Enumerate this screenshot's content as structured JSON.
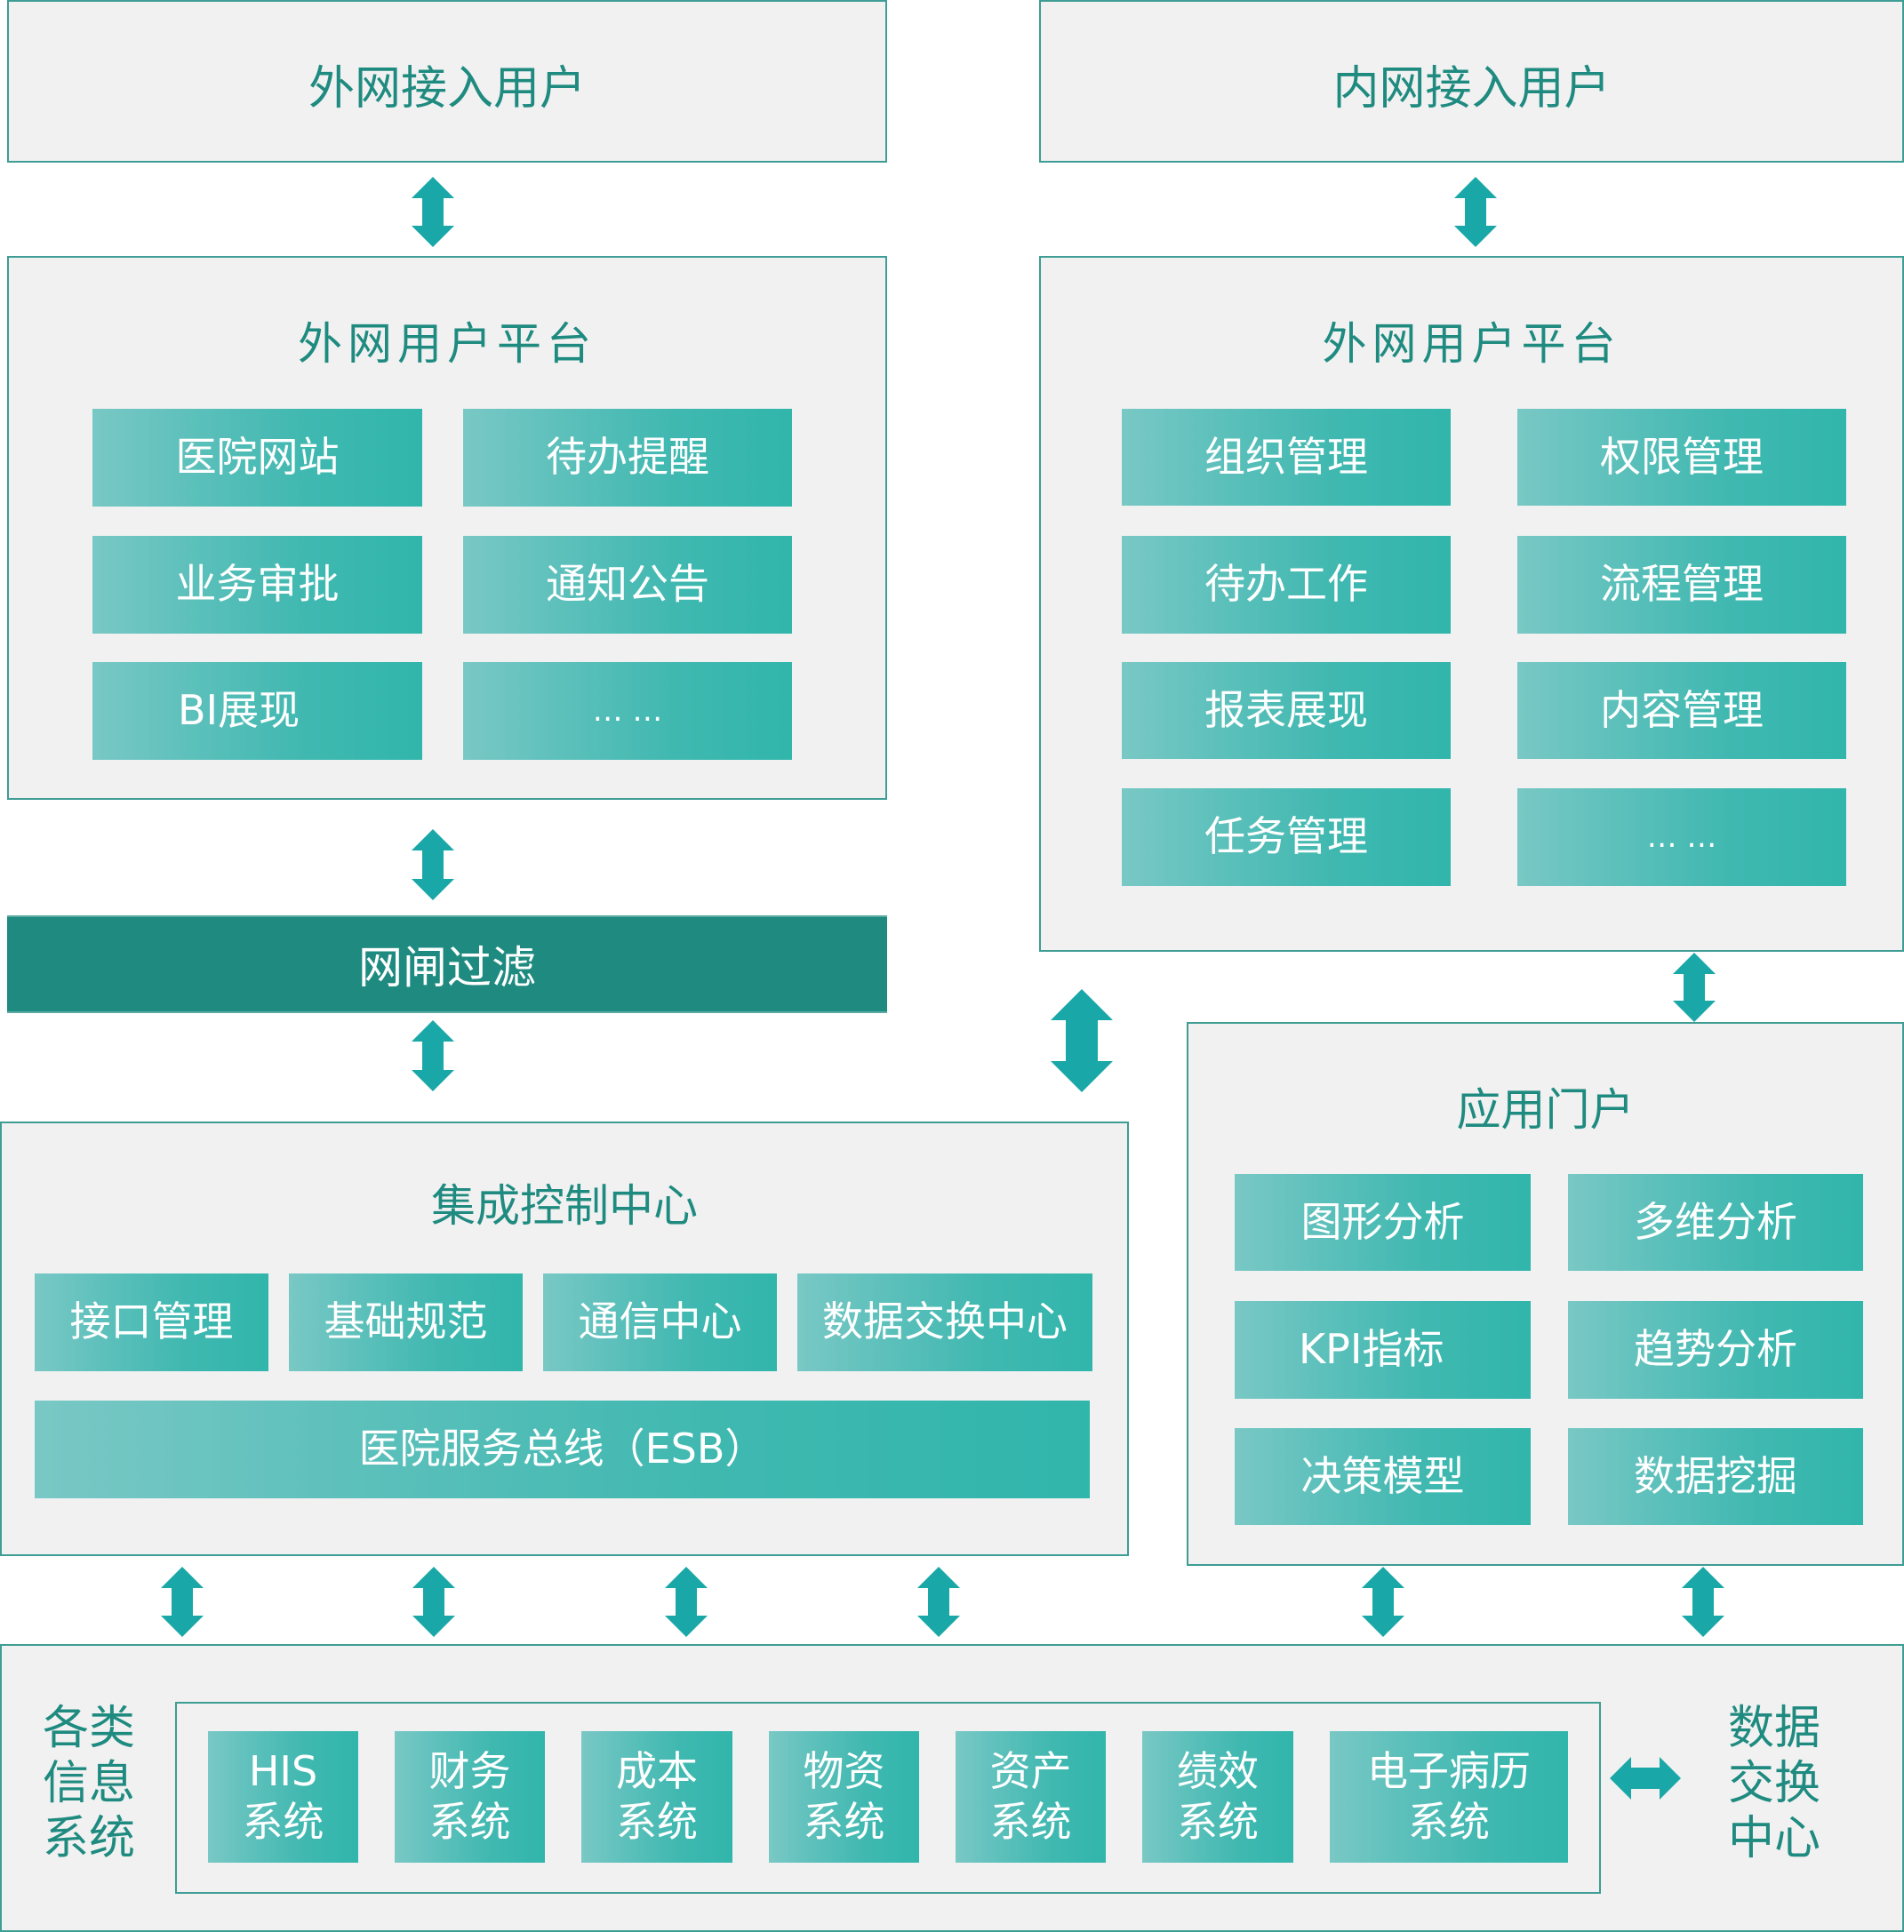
{
  "colors": {
    "accent": "#1aa7a7",
    "title_text": "#1f8b80",
    "gateway_bg": "#1f8b80",
    "panel_bg": "#f1f1f1",
    "panel_border": "#3e9d94",
    "tile_gradient_start": "#79c8c5",
    "tile_gradient_end": "#31b6ac",
    "tile_text": "#ffffff"
  },
  "external_access": {
    "title": "外网接入用户"
  },
  "internal_access": {
    "title": "内网接入用户"
  },
  "external_platform": {
    "title": "外网用户平台",
    "modules": [
      "医院网站",
      "待办提醒",
      "业务审批",
      "通知公告",
      "BI展现",
      "… …"
    ]
  },
  "internal_platform": {
    "title": "外网用户平台",
    "modules": [
      "组织管理",
      "权限管理",
      "待办工作",
      "流程管理",
      "报表展现",
      "内容管理",
      "任务管理",
      "… …"
    ]
  },
  "gateway": {
    "label": "网闸过滤"
  },
  "integration_center": {
    "title": "集成控制中心",
    "modules": [
      "接口管理",
      "基础规范",
      "通信中心",
      "数据交换中心"
    ],
    "bus": "医院服务总线（ESB）"
  },
  "app_portal": {
    "title": "应用门户",
    "modules": [
      "图形分析",
      "多维分析",
      "KPI指标",
      "趋势分析",
      "决策模型",
      "数据挖掘"
    ]
  },
  "info_systems": {
    "label_lines": [
      "各类",
      "信息",
      "系统"
    ],
    "systems": [
      {
        "line1": "HIS",
        "line2": "系统"
      },
      {
        "line1": "财务",
        "line2": "系统"
      },
      {
        "line1": "成本",
        "line2": "系统"
      },
      {
        "line1": "物资",
        "line2": "系统"
      },
      {
        "line1": "资产",
        "line2": "系统"
      },
      {
        "line1": "绩效",
        "line2": "系统"
      },
      {
        "line1": "电子病历",
        "line2": "系统"
      }
    ],
    "exchange_label_lines": [
      "数据",
      "交换",
      "中心"
    ]
  },
  "connectors": [
    {
      "from": "外网接入用户",
      "to": "外网用户平台",
      "direction": "bidirectional"
    },
    {
      "from": "内网接入用户",
      "to": "外网用户平台(内网)",
      "direction": "bidirectional"
    },
    {
      "from": "外网用户平台",
      "to": "网闸过滤",
      "direction": "bidirectional"
    },
    {
      "from": "网闸过滤",
      "to": "集成控制中心",
      "direction": "bidirectional"
    },
    {
      "from": "外网用户平台(内网)",
      "to": "应用门户",
      "direction": "bidirectional"
    },
    {
      "from": "集成控制中心",
      "to": "外网用户平台(内网)",
      "direction": "bidirectional"
    },
    {
      "from": "集成控制中心",
      "to": "各类信息系统",
      "direction": "bidirectional",
      "count": 4
    },
    {
      "from": "应用门户",
      "to": "各类信息系统",
      "direction": "bidirectional",
      "count": 2
    },
    {
      "from": "各类信息系统",
      "to": "数据交换中心",
      "direction": "bidirectional"
    }
  ]
}
